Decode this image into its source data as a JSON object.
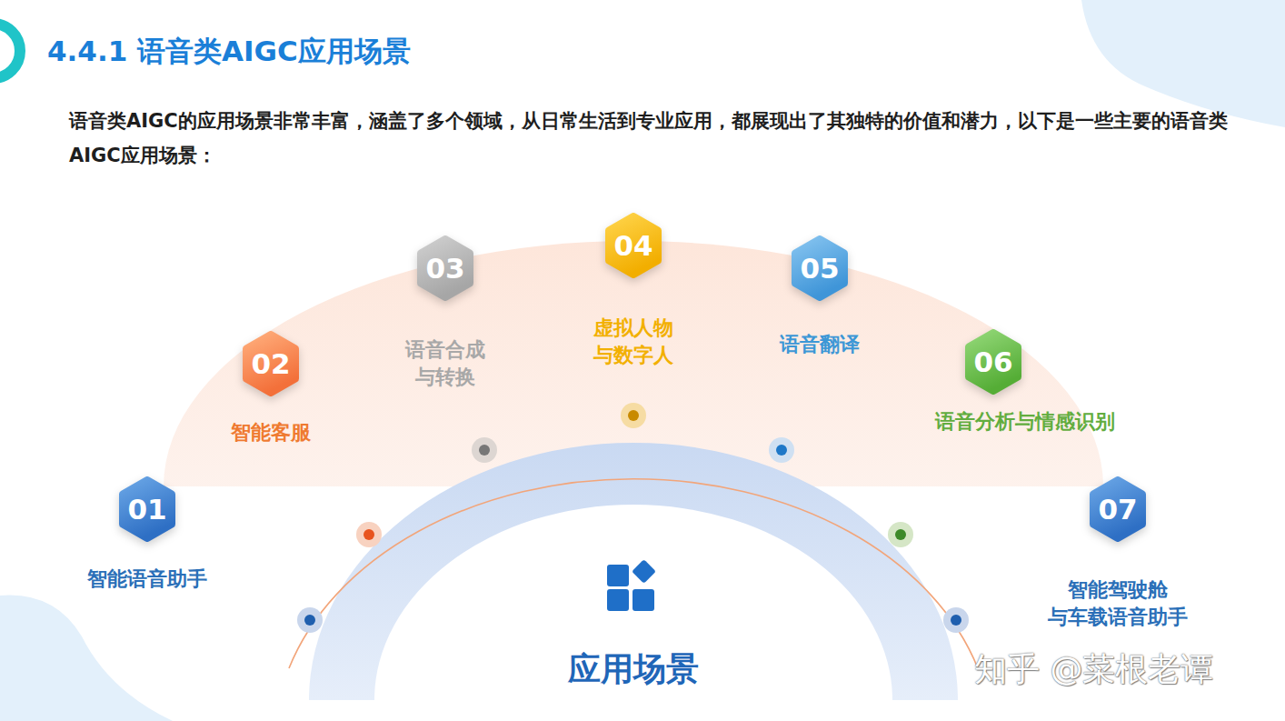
{
  "diagram": {
    "title": "4.4.1 语音类AIGC应用场景",
    "nodes": [
      {
        "text": [
          "01",
          "智能语音助手"
        ]
      },
      {
        "text": [
          "02",
          "智能客服"
        ]
      },
      {
        "text": [
          "03",
          "语音合成 与转换"
        ]
      },
      {
        "text": [
          "04",
          "虚拟人物 与数字人"
        ]
      },
      {
        "text": [
          "05",
          "语音翻译"
        ]
      },
      {
        "text": [
          "06",
          "语音分析与情感识别"
        ]
      },
      {
        "text": [
          "07",
          "智能驾驶舱 与车载语音助手"
        ]
      },
      {
        "text": [
          "应用场景"
        ]
      }
    ],
    "labels": [
      "语音类AIGC的应用场景非常丰富，涵盖了多个领域，从日常生活到专业应用，都展现出了其独特的价值和潜力，以下是一些主要的语音类AIGC应用场景：",
      "知乎 @菜根老谭"
    ]
  }
}
